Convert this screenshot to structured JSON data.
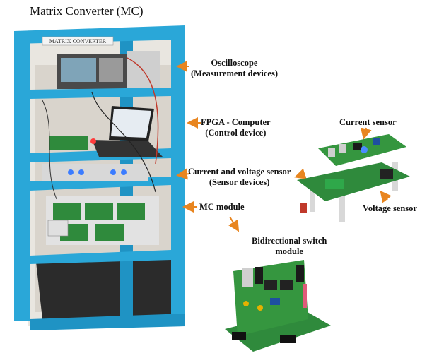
{
  "title": "Matrix Converter (MC)",
  "rack_sign": "MATRIX CONVERTER",
  "labels": {
    "oscilloscope": [
      "Oscilloscope",
      "(Measurement devices)"
    ],
    "fpga": [
      "FPGA - Computer",
      "(Control device)"
    ],
    "sensors": [
      "Current and voltage sensor",
      "(Sensor devices)"
    ],
    "mc_module": "MC module",
    "current_sensor": "Current sensor",
    "voltage_sensor": "Voltage sensor",
    "bidirectional": [
      "Bidirectional switch",
      "module"
    ]
  },
  "colors": {
    "rack": "#2aa7d8",
    "rack_dark": "#1b7fab",
    "arrow": "#e8851f",
    "pcb": "#2f8a3c",
    "pcb_dark": "#1f5e29"
  }
}
